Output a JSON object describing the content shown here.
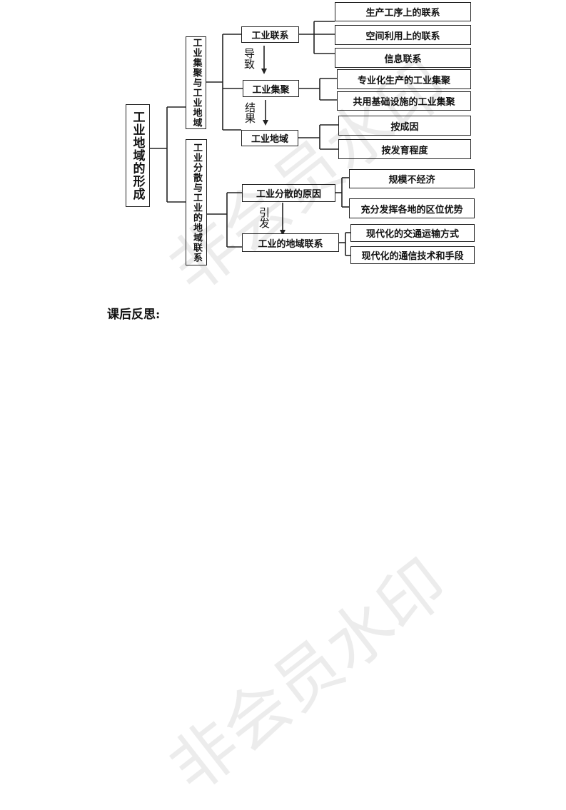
{
  "diagram": {
    "root": "工业地域的形成",
    "branch1": {
      "title": "工业集聚与工业地域",
      "node1": "工业联系",
      "node1_children": [
        "生产工序上的联系",
        "空间利用上的联系",
        "信息联系"
      ],
      "arrow1_label": "导致",
      "node2": "工业集聚",
      "node2_children": [
        "专业化生产的工业集聚",
        "共用基础设施的工业集聚"
      ],
      "arrow2_label": "结果",
      "node3": "工业地域",
      "node3_children": [
        "按成因",
        "按发育程度"
      ]
    },
    "branch2": {
      "title": "工业分散与工业的地域联系",
      "node1": "工业分散的原因",
      "node1_children": [
        "规模不经济",
        "充分发挥各地的区位优势"
      ],
      "arrow_label": "引发",
      "node2": "工业的地域联系",
      "node2_children": [
        "现代化的交通运输方式",
        "现代化的通信技术和手段"
      ]
    }
  },
  "reflection_label": "课后反思:",
  "watermark_text": "非会员水印",
  "colors": {
    "line": "#222222",
    "watermark": "#bdbdbd"
  }
}
